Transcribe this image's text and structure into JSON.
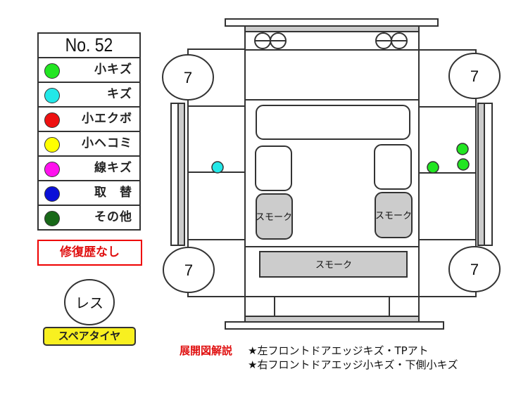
{
  "legend": {
    "title": "No. 52",
    "items": [
      {
        "label": "小キズ",
        "color": "#22e622"
      },
      {
        "label": "キズ",
        "color": "#22e8e8"
      },
      {
        "label": "小エクボ",
        "color": "#ee1111"
      },
      {
        "label": "小ヘコミ",
        "color": "#ffff00"
      },
      {
        "label": "線キズ",
        "color": "#ff11ee"
      },
      {
        "label": "取　替",
        "color": "#0a10d8"
      },
      {
        "label": "その他",
        "color": "#186818"
      }
    ]
  },
  "repair_status": "修復歴なし",
  "spare_tire": {
    "value": "レス",
    "label": "スペアタイヤ"
  },
  "diagram": {
    "tires": [
      "7",
      "7",
      "7",
      "7"
    ],
    "smoke_left": "スモーク",
    "smoke_right": "スモーク",
    "smoke_rear": "スモーク"
  },
  "notes": {
    "label": "展開図解説",
    "lines": [
      "★左フロントドアエッジキズ・TPアト",
      "★右フロントドアエッジ小キズ・下側小キズ"
    ]
  }
}
